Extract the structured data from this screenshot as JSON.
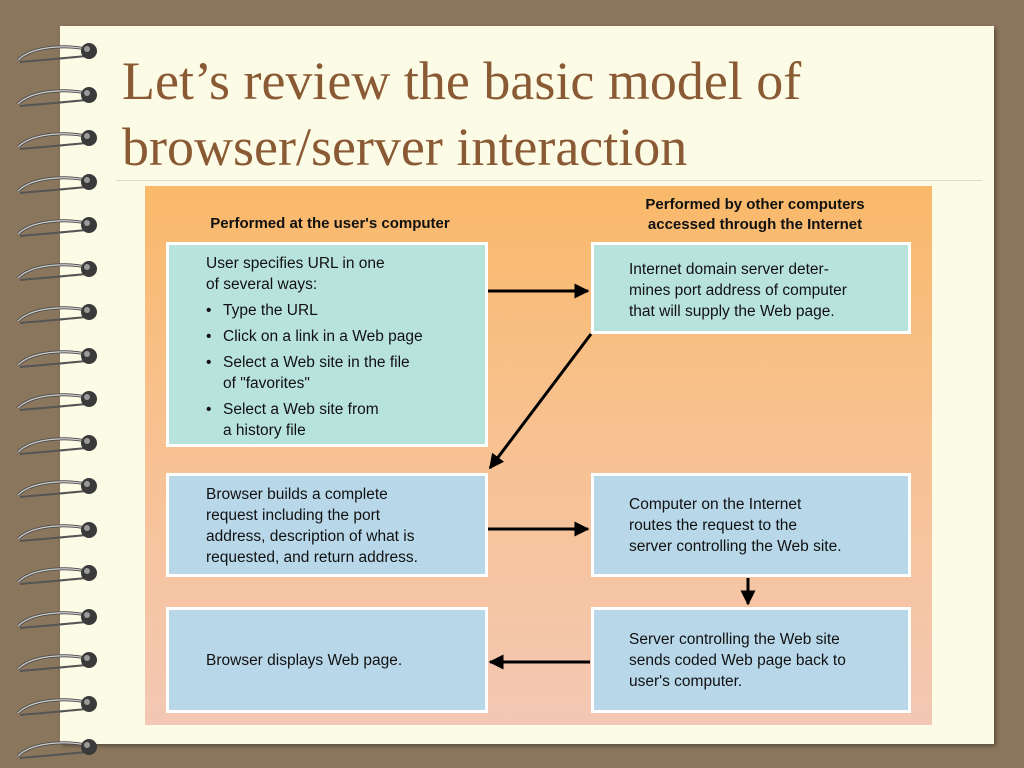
{
  "slide": {
    "title_line1": "Let’s review the basic model of",
    "title_line2": "browser/server interaction"
  },
  "diagram": {
    "left_heading": "Performed at the user's computer",
    "right_heading_line1": "Performed by other computers",
    "right_heading_line2": "accessed through the Internet",
    "box_url": {
      "line1": "User specifies URL in one",
      "line2": "of several ways:",
      "bullets": [
        {
          "line1": "Type the URL",
          "line2": ""
        },
        {
          "line1": "Click on a link in a Web page",
          "line2": ""
        },
        {
          "line1": "Select a Web site in the file",
          "line2": "of \"favorites\""
        },
        {
          "line1": "Select a Web site from",
          "line2": "a history file"
        }
      ]
    },
    "box_dns": {
      "line1": "Internet domain server deter-",
      "line2": "mines port address of computer",
      "line3": "that will supply the Web page."
    },
    "box_request": {
      "line1": "Browser builds a complete",
      "line2": "request including the port",
      "line3": "address, description of what is",
      "line4": "requested, and return address."
    },
    "box_routing": {
      "line1": "Computer on the Internet",
      "line2": "routes the request to the",
      "line3": "server controlling the Web site."
    },
    "box_display": {
      "line1": "Browser displays Web page."
    },
    "box_server": {
      "line1": "Server controlling the Web site",
      "line2": "sends coded Web page back to",
      "line3": "user's computer."
    },
    "bullet_glyph": "•",
    "colors": {
      "background": "#8a765c",
      "paper": "#fcfbe6",
      "title": "#8a5a34",
      "teal_box": "#b8e3dd",
      "blue_box": "#b8d8ea"
    }
  }
}
